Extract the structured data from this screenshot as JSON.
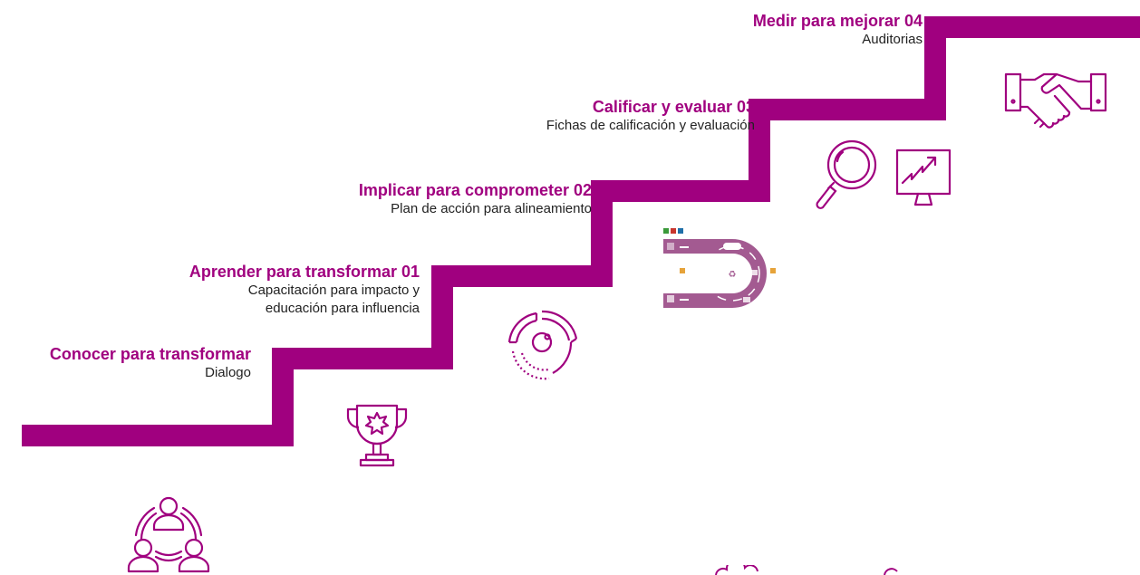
{
  "colors": {
    "accent": "#a0007f",
    "text": "#222222"
  },
  "steps": [
    {
      "title": "Conocer para transformar",
      "subtitle": [
        "Dialogo"
      ]
    },
    {
      "title": "Aprender para transformar 01",
      "subtitle": [
        "Capacitación para impacto y",
        "educación para influencia"
      ]
    },
    {
      "title": "Implicar para comprometer 02",
      "subtitle": [
        "Plan de acción para alineamiento"
      ]
    },
    {
      "title": "Calificar y evaluar 03",
      "subtitle": [
        "Fichas de calificación y evaluación"
      ]
    },
    {
      "title": "Medir para mejorar 04",
      "subtitle": [
        "Auditorias"
      ]
    }
  ],
  "icons": [
    "people-circle-icon",
    "trophy-icon",
    "donut-chart-icon",
    "circular-economy-diagram-icon",
    "magnifier-icon",
    "chart-monitor-icon",
    "handshake-icon",
    "cloud-icon"
  ]
}
